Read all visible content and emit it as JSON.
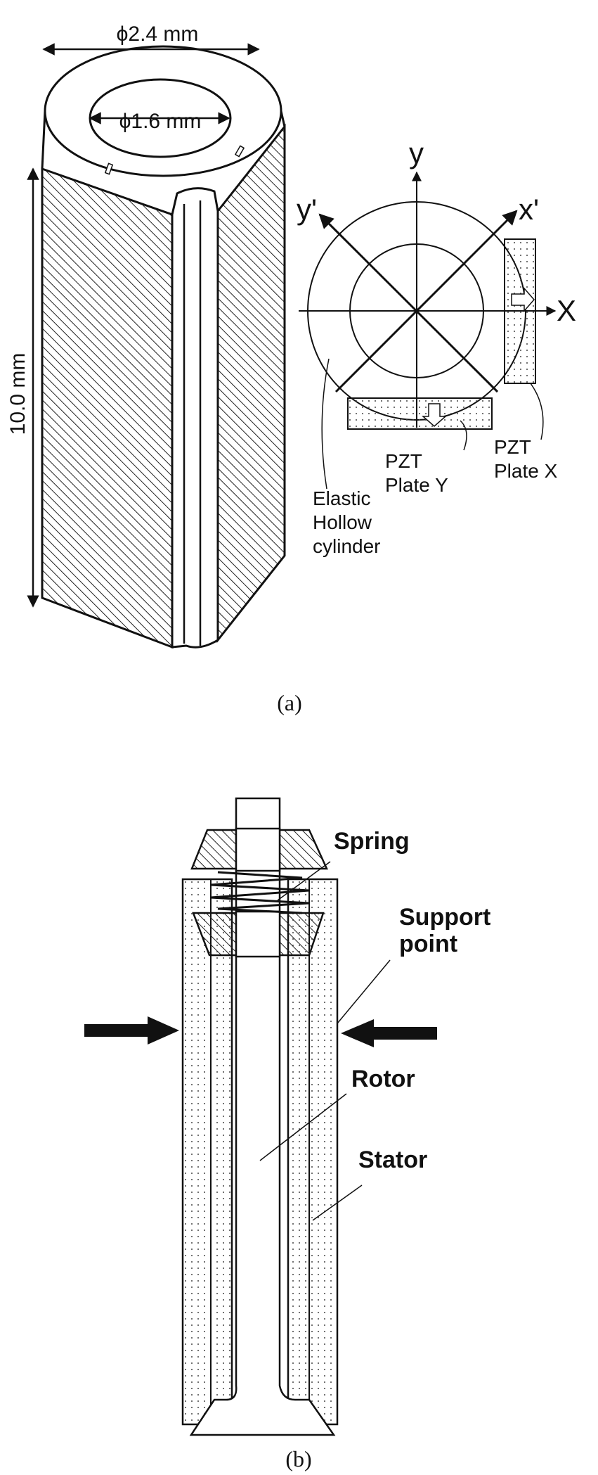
{
  "panel_a": {
    "outer_diameter": "ϕ2.4 mm",
    "inner_diameter": "ϕ1.6 mm",
    "height": "10.0 mm",
    "axis_y": "y",
    "axis_y_prime": "y'",
    "axis_x": "X",
    "axis_x_prime": "x'",
    "label_cylinder": [
      "Elastic",
      "Hollow",
      "cylinder"
    ],
    "label_plate_y": [
      "PZT",
      "Plate Y"
    ],
    "label_plate_x": [
      "PZT",
      "Plate X"
    ],
    "caption": "(a)"
  },
  "panel_b": {
    "spring": "Spring",
    "support": [
      "Support",
      "point"
    ],
    "rotor": "Rotor",
    "stator": "Stator",
    "caption": "(b)"
  }
}
